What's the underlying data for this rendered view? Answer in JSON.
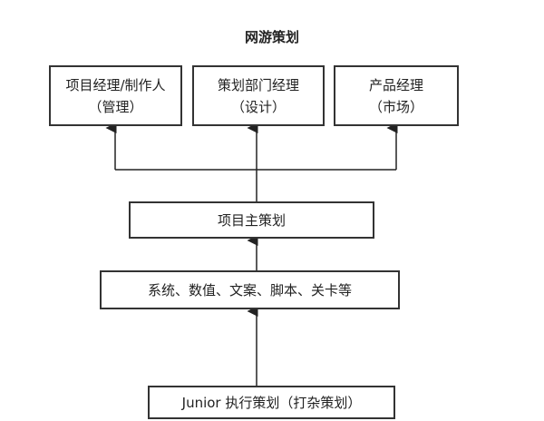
{
  "title": "网游策划",
  "top_roles": [
    {
      "line1": "项目经理/制作人",
      "line2": "（管理）"
    },
    {
      "line1": "策划部门经理",
      "line2": "（设计）"
    },
    {
      "line1": "产品经理",
      "line2": "（市场）"
    }
  ],
  "lead": "项目主策划",
  "areas": "系统、数值、文案、脚本、关卡等",
  "junior": "Junior 执行策划（打杂策划）"
}
